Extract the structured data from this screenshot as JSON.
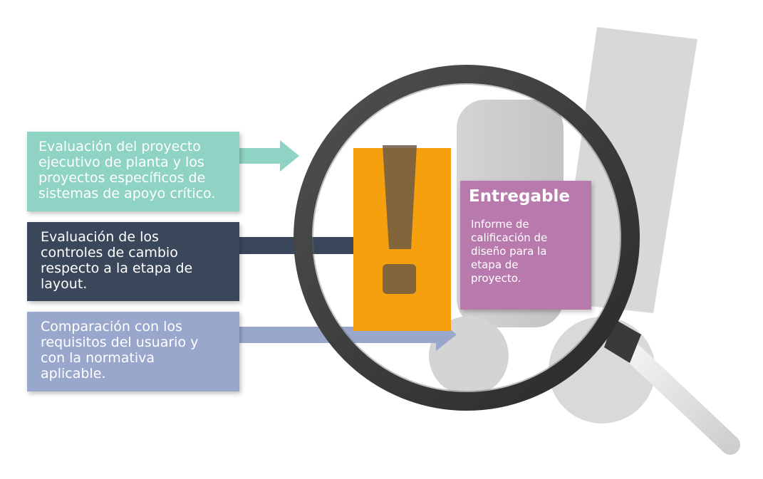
{
  "steps": [
    {
      "lines": [
        "Evaluación del proyecto",
        "ejecutivo de planta y los",
        "proyectos específicos de",
        "sistemas de apoyo crítico."
      ],
      "color": "#8ed3c3"
    },
    {
      "lines": [
        "Evaluación de los",
        "controles de cambio",
        "respecto a la etapa de",
        "layout."
      ],
      "color": "#3a4659"
    },
    {
      "lines": [
        "Comparación con los",
        "requisitos del usuario y",
        "con la normativa",
        "aplicable."
      ],
      "color": "#99a7cc"
    }
  ],
  "deliverable": {
    "title": "Entregable",
    "lines": [
      "Informe de",
      "calificación de",
      "diseño para la",
      "etapa de",
      "proyecto."
    ],
    "color": "#b87aac"
  },
  "icons": {
    "exclamation": "exclamation-mark-icon",
    "magnifier": "magnifying-glass-icon"
  },
  "palette": {
    "exclamation_bg": "#f7a00e",
    "lens_rim": "#3b3b3b",
    "decor_gray": "#d6d6d6"
  }
}
